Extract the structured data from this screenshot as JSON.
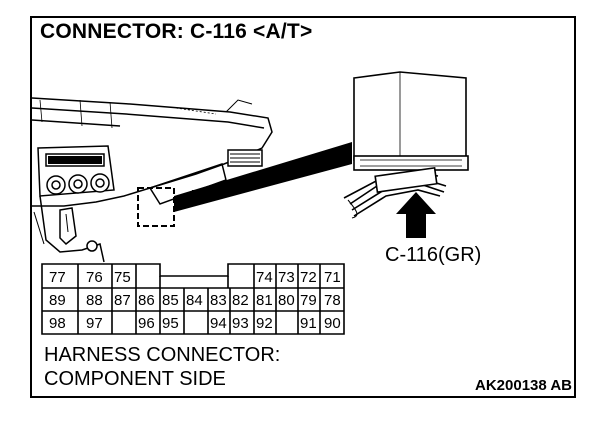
{
  "title": "CONNECTOR: C-116 <A/T>",
  "connector_callout": "C-116(GR)",
  "footer": {
    "line1": "HARNESS CONNECTOR:",
    "line2": "COMPONENT SIDE"
  },
  "figure_code": "AK200138 AB",
  "pins": {
    "row1": [
      "77",
      "76",
      "75",
      "74",
      "73",
      "72",
      "71"
    ],
    "row2": [
      "89",
      "88",
      "87",
      "86",
      "85",
      "84",
      "83",
      "82",
      "81",
      "80",
      "79",
      "78"
    ],
    "row3": [
      "98",
      "97",
      "96",
      "95",
      "94",
      "93",
      "92",
      "91",
      "90"
    ]
  }
}
